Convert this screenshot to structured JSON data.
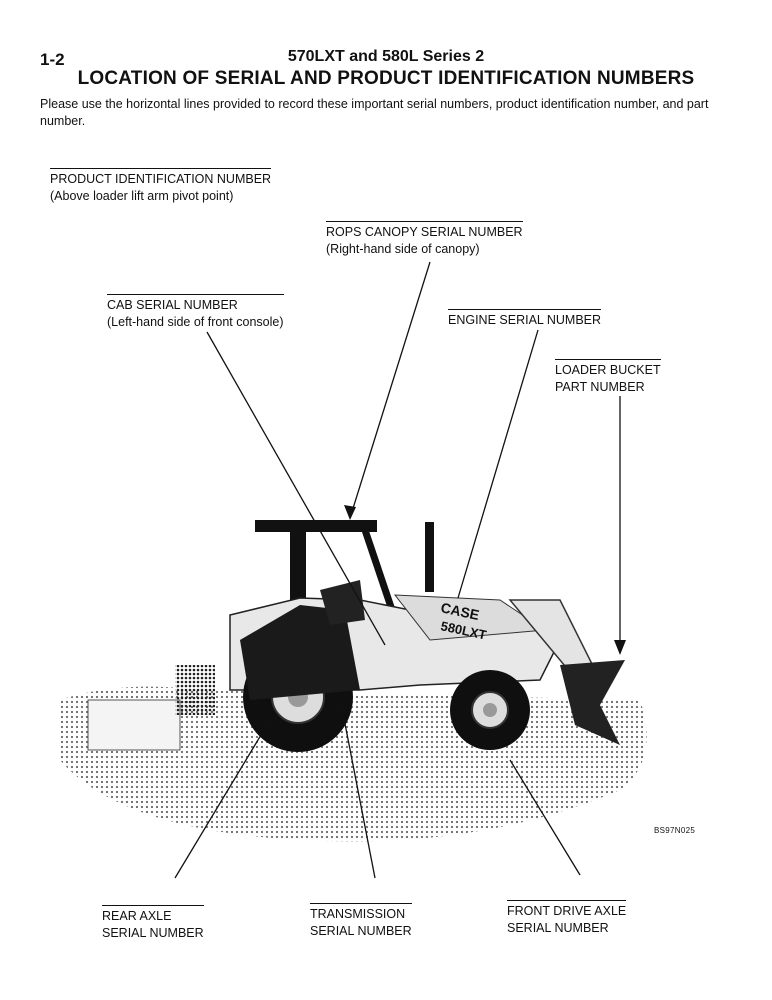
{
  "header": {
    "page_number": "1-2",
    "running_title": "570LXT and 580L Series 2"
  },
  "title": "LOCATION OF SERIAL AND PRODUCT IDENTIFICATION NUMBERS",
  "intro": "Please use the horizontal lines provided to record these important serial numbers, product identification number, and part number.",
  "labels": {
    "product_id": {
      "line1": "PRODUCT IDENTIFICATION NUMBER",
      "line2": "(Above loader lift arm pivot point)"
    },
    "rops": {
      "line1": "ROPS CANOPY SERIAL NUMBER",
      "line2": "(Right-hand side of canopy)"
    },
    "cab": {
      "line1": "CAB SERIAL NUMBER",
      "line2": "(Left-hand side of front console)"
    },
    "engine": {
      "line1": "ENGINE SERIAL NUMBER"
    },
    "bucket": {
      "line1": "LOADER BUCKET",
      "line2": "PART NUMBER"
    },
    "rear_axle": {
      "line1": "REAR AXLE",
      "line2": "SERIAL NUMBER"
    },
    "transmission": {
      "line1": "TRANSMISSION",
      "line2": "SERIAL NUMBER"
    },
    "front_axle": {
      "line1": "FRONT DRIVE AXLE",
      "line2": "SERIAL NUMBER"
    }
  },
  "figure": {
    "code": "BS97N025",
    "hood_text": "CASE",
    "model_text": "580LXT"
  }
}
